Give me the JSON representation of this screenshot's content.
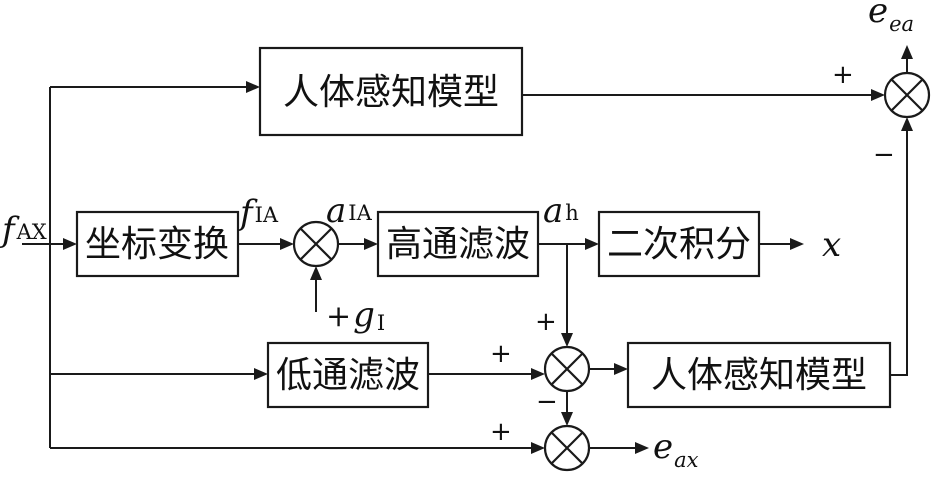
{
  "blocks": {
    "perception_top": "人体感知模型",
    "coord_transform": "坐标变换",
    "highpass": "高通滤波",
    "double_integral": "二次积分",
    "lowpass": "低通滤波",
    "perception_mid": "人体感知模型"
  },
  "signals": {
    "f_ax": {
      "base": "f",
      "sub": "AX"
    },
    "f_ia": {
      "base": "f",
      "sub": "IA"
    },
    "a_ia": {
      "base": "a",
      "sub": "IA"
    },
    "a_h": {
      "base": "a",
      "sub": "h"
    },
    "x": {
      "base": "x"
    },
    "g_i": {
      "sign": "+",
      "base": "g",
      "sub": "I"
    },
    "e_ea": {
      "base": "e",
      "sub": "ea"
    },
    "e_ax": {
      "base": "e",
      "sub": "ax"
    }
  },
  "signs": {
    "top_sum_left": "+",
    "top_sum_bottom": "−",
    "mid_sum_top": "+",
    "mid_sum_left": "+",
    "bottom_sum_top": "−",
    "bottom_sum_left": "+"
  }
}
